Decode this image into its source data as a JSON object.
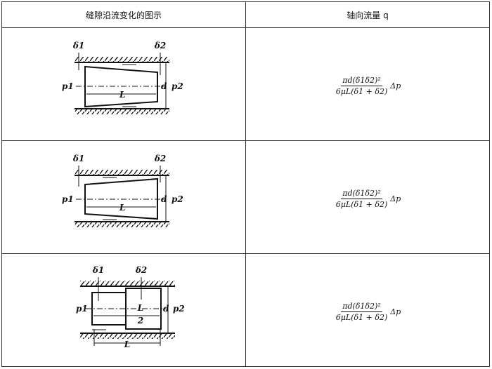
{
  "table": {
    "headers": [
      "缝隙沿流变化的图示",
      "轴向流量 q"
    ],
    "rows": [
      {
        "diagram": {
          "delta1": "δ1",
          "delta2": "δ2",
          "p1": "p1",
          "p2": "p2",
          "L": "L",
          "d": "d"
        },
        "formula": {
          "numerator": "πd(δ1δ2)²",
          "denominator": "6μL(δ1 + δ2)",
          "suffix": "Δp"
        }
      },
      {
        "diagram": {
          "delta1": "δ1",
          "delta2": "δ2",
          "p1": "p1",
          "p2": "p2",
          "L": "L",
          "d": "d"
        },
        "formula": {
          "numerator": "πd(δ1δ2)²",
          "denominator": "6μL(δ1 + δ2)",
          "suffix": "Δp"
        }
      },
      {
        "diagram": {
          "delta1": "δ1",
          "delta2": "δ2",
          "p1": "p1",
          "p2": "p2",
          "L": "L",
          "half": "2",
          "d": "d"
        },
        "formula": {
          "numerator": "πd(δ1δ2)²",
          "denominator": "6μL(δ1 + δ2)",
          "suffix": "Δp"
        }
      }
    ]
  }
}
